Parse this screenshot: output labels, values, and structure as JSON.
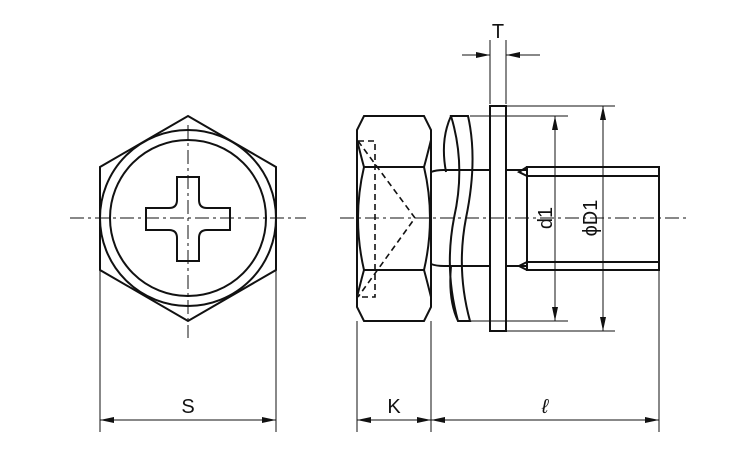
{
  "labels": {
    "S": "S",
    "K": "K",
    "L": "ℓ",
    "T": "T",
    "d1": "d1",
    "D1": "ϕD1"
  },
  "colors": {
    "line": "#111111",
    "background": "#ffffff"
  }
}
